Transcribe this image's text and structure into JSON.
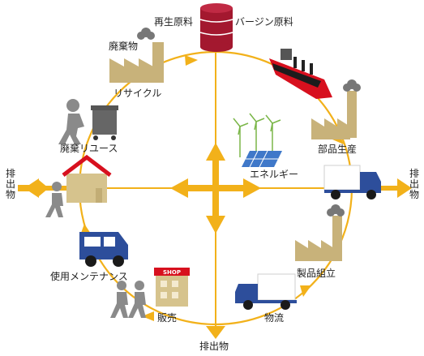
{
  "labels": {
    "recycled_materials": "再生原料",
    "virgin_materials": "バージン原料",
    "waste_top": "廃棄物",
    "recycle": "リサイクル",
    "parts_production": "部品生産",
    "waste_reuse": "廃棄リユース",
    "energy": "エネルギー",
    "emissions_left": "排出物",
    "emissions_right": "排出物",
    "emissions_bottom": "排出物",
    "use_maintenance": "使用メンテナンス",
    "product_assembly": "製品組立",
    "sales": "販売",
    "logistics": "物流",
    "shop_sign": "SHOP"
  },
  "colors": {
    "arrow": "#f2b11a",
    "cycle_line": "#f2b11a",
    "factory": "#c8b27a",
    "barrel": "#a3182f",
    "ship_hull": "#d7101e",
    "truck_blue": "#2d4e9b",
    "gray": "#8a8a8a",
    "house": "#d6c38d",
    "roof": "#d7101e",
    "solar": "#3f78c9"
  },
  "icons": [
    "barrel-icon",
    "factory-icon",
    "ship-icon",
    "truck-icon",
    "van-icon",
    "house-icon",
    "shop-icon",
    "person-icon",
    "trash-cart-icon",
    "wind-turbine-icon",
    "solar-panel-icon",
    "four-way-arrow-icon"
  ]
}
